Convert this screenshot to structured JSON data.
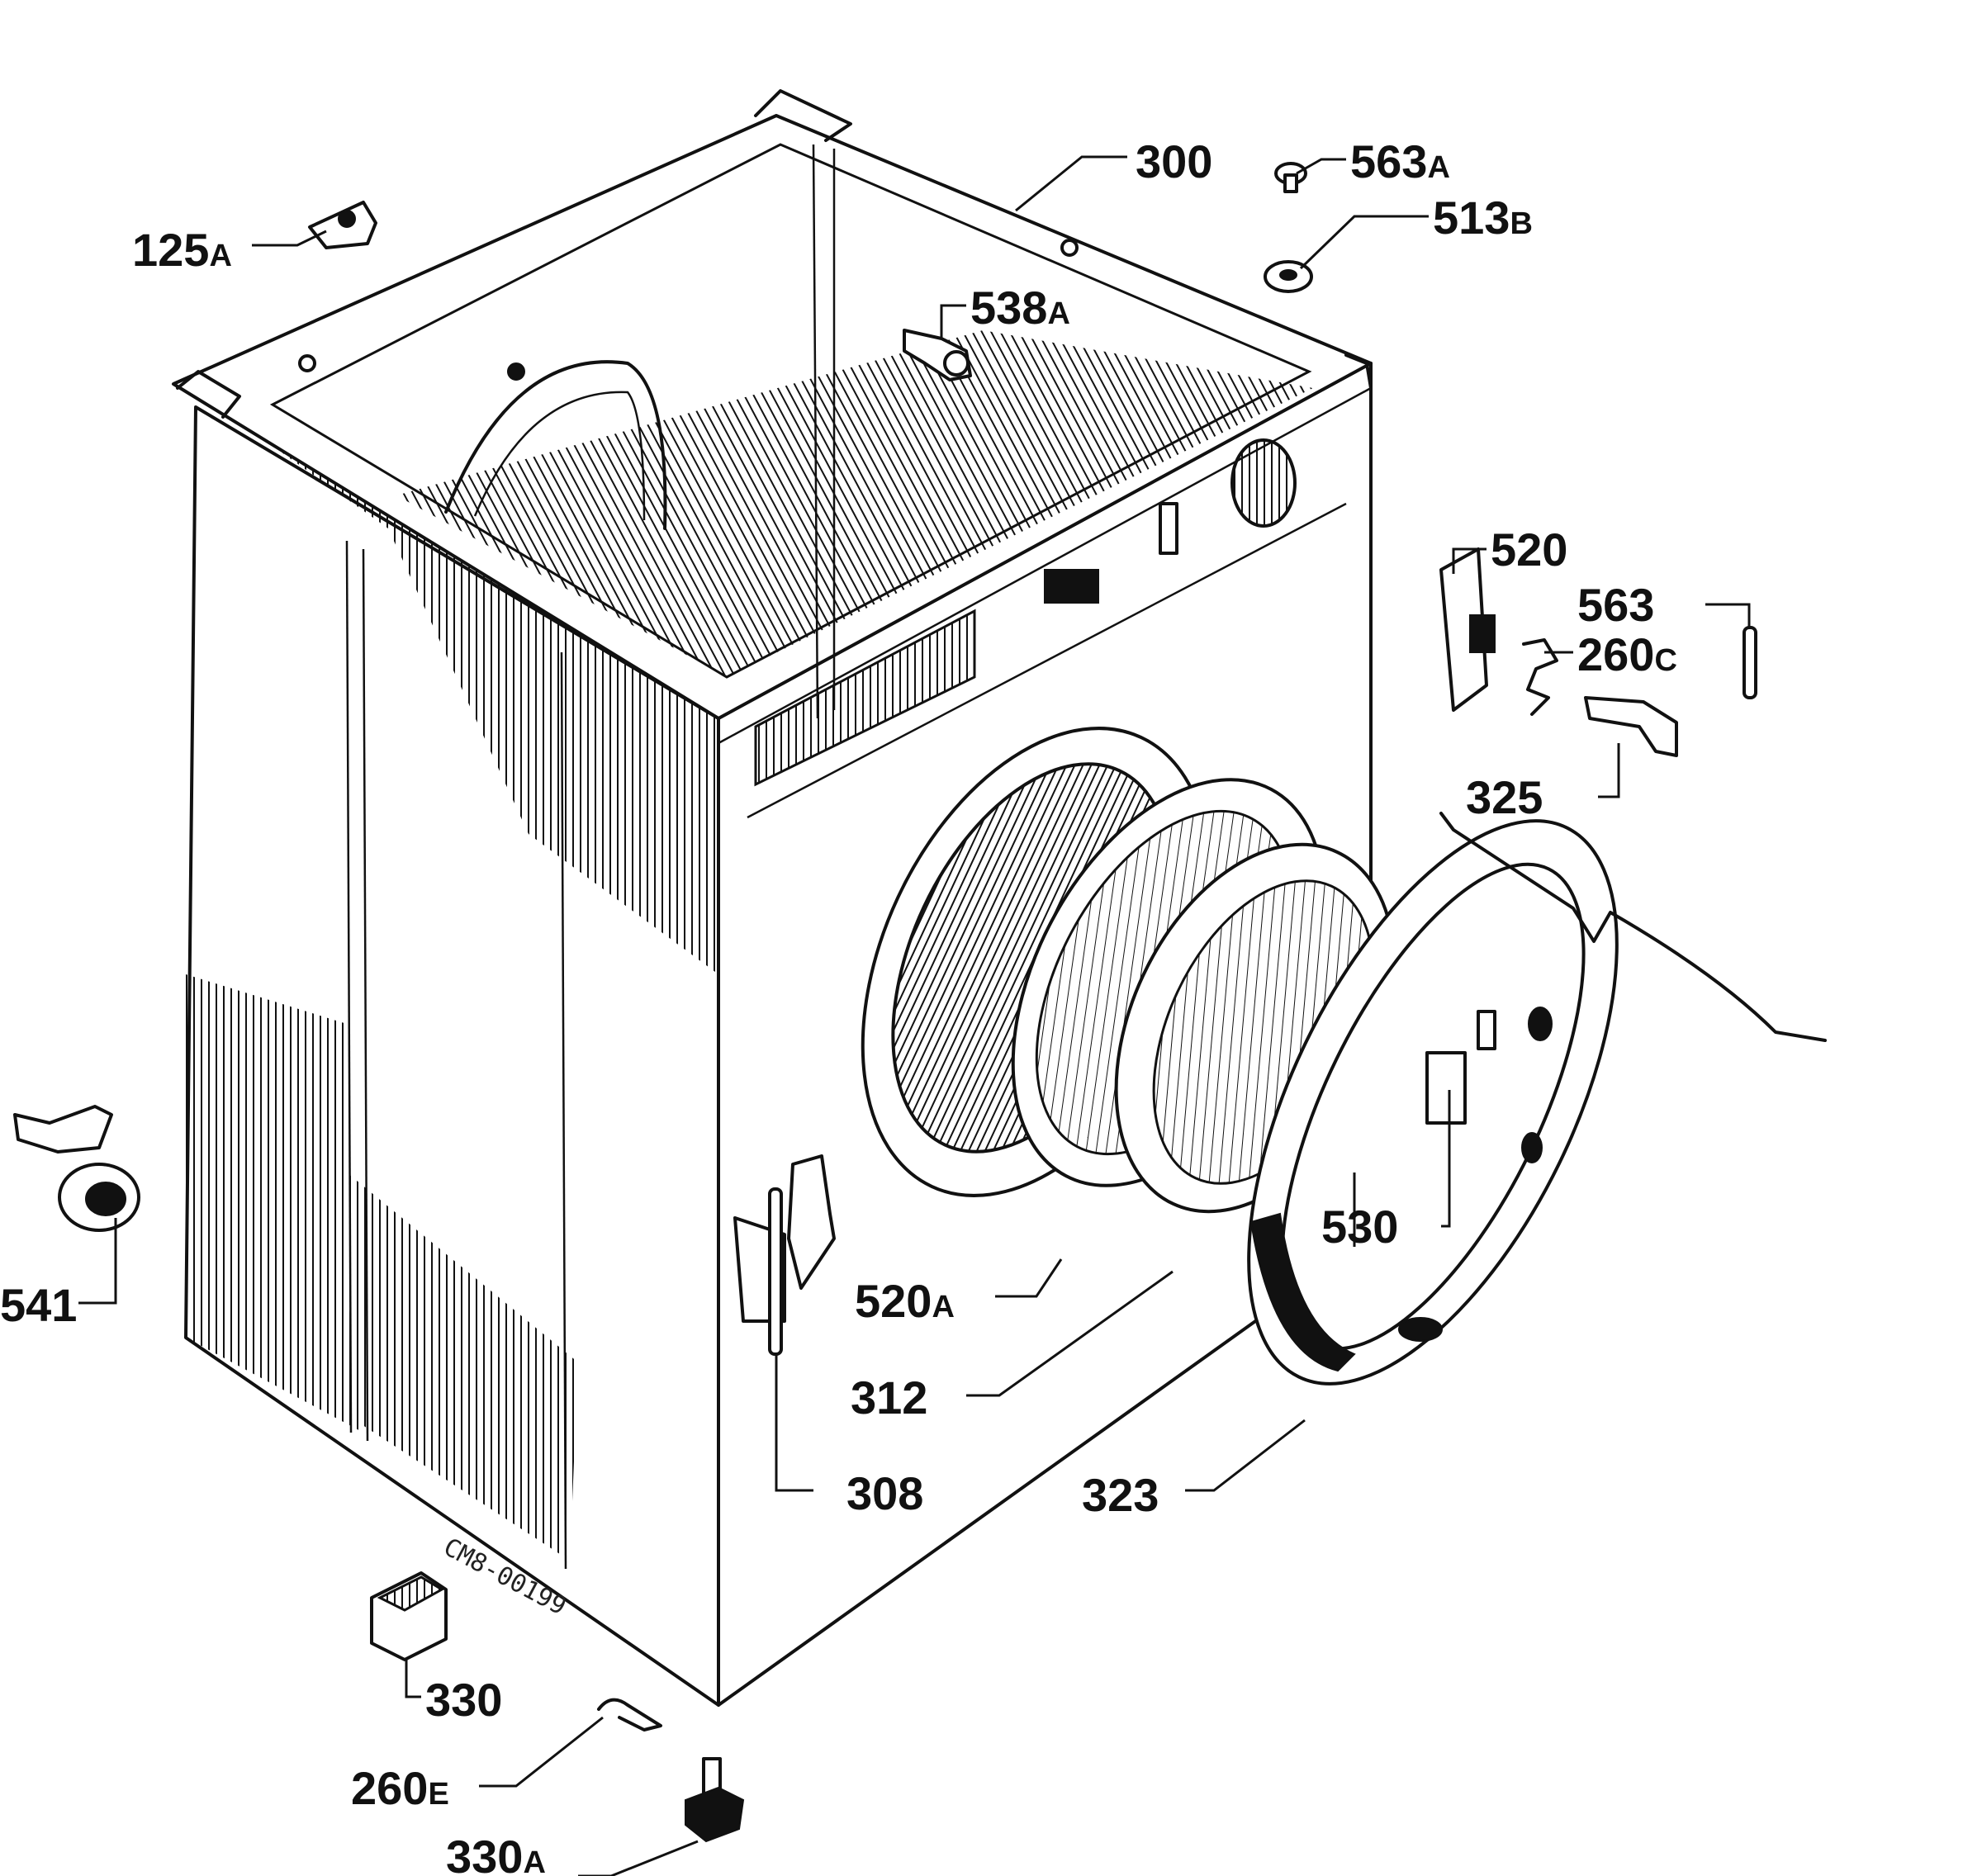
{
  "drawing_code": "CM8-00199",
  "labels": [
    {
      "id": "125a",
      "num": "125",
      "suffix": "A"
    },
    {
      "id": "300",
      "num": "300",
      "suffix": ""
    },
    {
      "id": "563a",
      "num": "563",
      "suffix": "A"
    },
    {
      "id": "513b",
      "num": "513",
      "suffix": "B"
    },
    {
      "id": "538a",
      "num": "538",
      "suffix": "A"
    },
    {
      "id": "520",
      "num": "520",
      "suffix": ""
    },
    {
      "id": "563",
      "num": "563",
      "suffix": ""
    },
    {
      "id": "260c",
      "num": "260",
      "suffix": "C"
    },
    {
      "id": "325",
      "num": "325",
      "suffix": ""
    },
    {
      "id": "541",
      "num": "541",
      "suffix": ""
    },
    {
      "id": "530",
      "num": "530",
      "suffix": ""
    },
    {
      "id": "520a",
      "num": "520",
      "suffix": "A"
    },
    {
      "id": "312",
      "num": "312",
      "suffix": ""
    },
    {
      "id": "308",
      "num": "308",
      "suffix": ""
    },
    {
      "id": "323",
      "num": "323",
      "suffix": ""
    },
    {
      "id": "330",
      "num": "330",
      "suffix": ""
    },
    {
      "id": "260e",
      "num": "260",
      "suffix": "E"
    },
    {
      "id": "330a",
      "num": "330",
      "suffix": "A"
    }
  ]
}
